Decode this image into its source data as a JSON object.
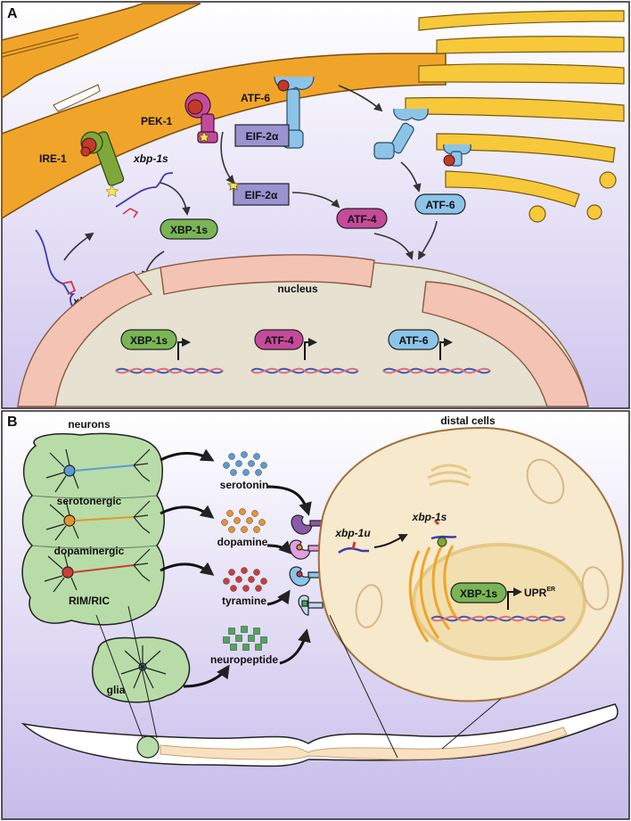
{
  "panel_a": {
    "label": "A",
    "receptors": {
      "ire1": "IRE-1",
      "pek1": "PEK-1",
      "atf6": "ATF-6"
    },
    "transcripts": {
      "spliced": "xbp-1s",
      "unspliced": "xbp-1u"
    },
    "proteins": {
      "eif2a": "EIF-2α",
      "xbp1s": "XBP-1s",
      "atf4": "ATF-4",
      "atf6": "ATF-6"
    },
    "nucleus": "nucleus",
    "genes": [
      "XBP-1s",
      "ATF-4",
      "ATF-6"
    ]
  },
  "panel_b": {
    "label": "B",
    "neurons_title": "neurons",
    "neuron_types": [
      "serotonergic",
      "dopaminergic",
      "RIM/RIC"
    ],
    "glia": "glia",
    "signals": [
      "serotonin",
      "dopamine",
      "tyramine",
      "neuropeptide"
    ],
    "distal_title": "distal cells",
    "transcripts": {
      "unspliced": "xbp-1u",
      "spliced": "xbp-1s"
    },
    "xbp1s": "XBP-1s",
    "upr": "UPR",
    "upr_sup": "ER"
  },
  "colors": {
    "er": "#F0A52A",
    "golgi": "#F6C83A",
    "ire1": "#7FA83A",
    "pek1": "#C04B9C",
    "atf6": "#8CC4E8",
    "eif2a": "#9A93D0",
    "xbp1s": "#7AB555",
    "atf4": "#C64A9A",
    "nucleus_envelope": "#F3C3B3",
    "nucleus": "#E6E1D1",
    "neuron_cluster": "#B8DCA8",
    "serotonin": "#5B9BD5",
    "dopamine": "#E8932F",
    "tyramine": "#D03A3A",
    "neuropeptide": "#4CA85A",
    "distal_cell": "#F7E9CC"
  }
}
